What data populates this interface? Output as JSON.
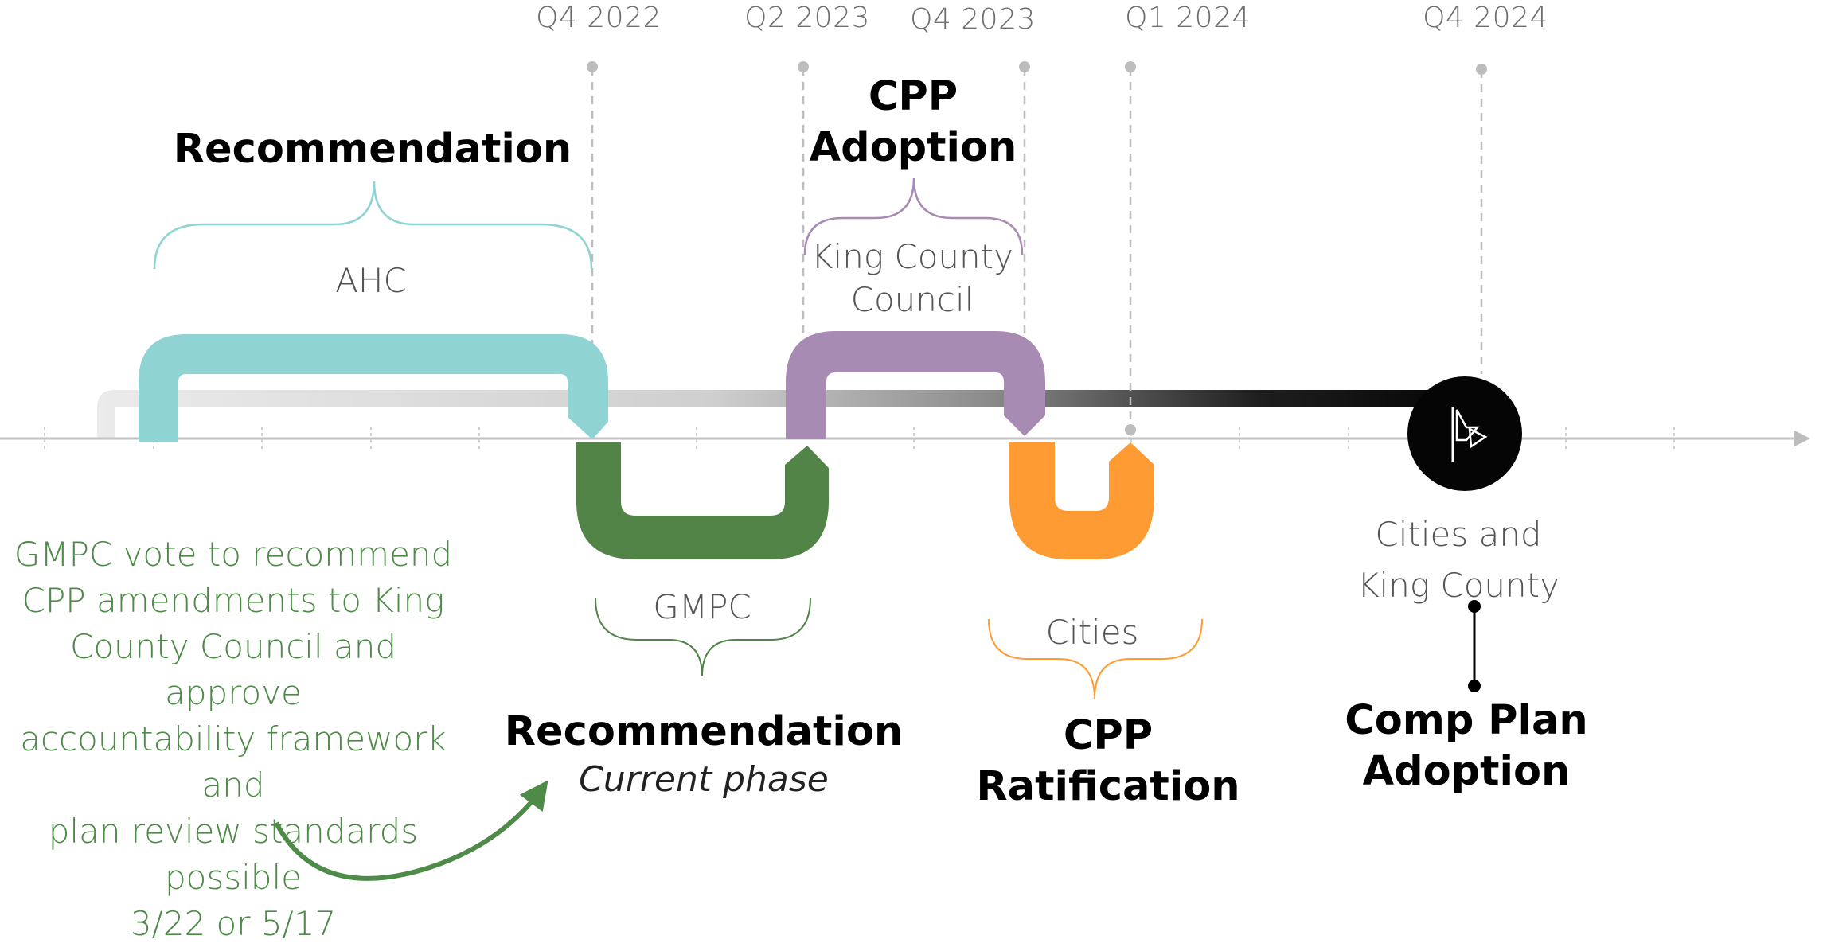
{
  "timeline": {
    "quarters": [
      {
        "id": "q4-2022",
        "label": "Q4 2022"
      },
      {
        "id": "q2-2023",
        "label": "Q2 2023"
      },
      {
        "id": "q4-2023",
        "label": "Q4 2023"
      },
      {
        "id": "q1-2024",
        "label": "Q1 2024"
      },
      {
        "id": "q4-2024-a",
        "label": "Q4 2024"
      }
    ]
  },
  "phases": {
    "ahc": {
      "heading": "Recommendation",
      "body": "AHC"
    },
    "council": {
      "heading": "CPP Adoption",
      "heading_lines": [
        "CPP",
        "Adoption"
      ],
      "body_lines": [
        "King County",
        "Council"
      ]
    },
    "gmpc": {
      "body": "GMPC",
      "heading": "Recommendation",
      "subheading": "Current phase"
    },
    "cities": {
      "body": "Cities",
      "heading_lines": [
        "CPP",
        "Ratification"
      ]
    },
    "final": {
      "body_lines": [
        "Cities and",
        "King County"
      ],
      "heading_lines": [
        "Comp Plan",
        "Adoption"
      ]
    }
  },
  "note": {
    "lines": [
      "GMPC vote to recommend",
      "CPP amendments to King",
      "County Council and approve",
      "accountability framework and",
      "plan review standards possible",
      "3/22 or 5/17"
    ]
  },
  "colors": {
    "ahc": "#8fd3d3",
    "council": "#a78bb2",
    "gmpc": "#528347",
    "cities": "#ff9b33",
    "note": "#4e8a48"
  },
  "icons": {
    "milestone": "flag-icon",
    "arrow": "curved-arrow-icon"
  }
}
